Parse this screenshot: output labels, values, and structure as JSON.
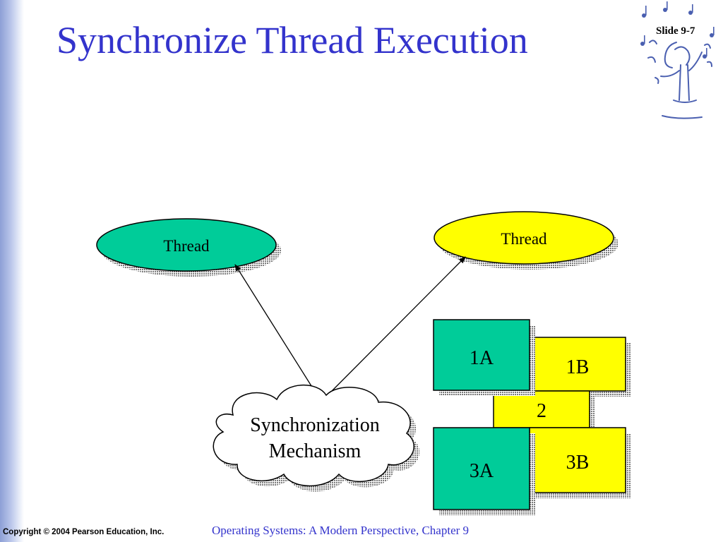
{
  "slide": {
    "title": "Synchronize Thread Execution",
    "number": "Slide 9-7"
  },
  "diagram": {
    "thread_left": {
      "label": "Thread",
      "color": "#00cc99"
    },
    "thread_right": {
      "label": "Thread",
      "color": "#ffff00"
    },
    "sync_mechanism": {
      "line1": "Synchronization",
      "line2": "Mechanism"
    },
    "blocks": {
      "b1a": {
        "label": "1A",
        "color": "#00cc99"
      },
      "b1b": {
        "label": "1B",
        "color": "#ffff00"
      },
      "b2": {
        "label": "2",
        "color": "#ffff00"
      },
      "b3a": {
        "label": "3A",
        "color": "#00cc99"
      },
      "b3b": {
        "label": "3B",
        "color": "#ffff00"
      }
    }
  },
  "footer": {
    "copyright": "Copyright © 2004 Pearson Education, Inc.",
    "course": "Operating Systems: A Modern Perspective, Chapter 9"
  },
  "colors": {
    "title": "#3333cc",
    "shadow": "#888888"
  }
}
